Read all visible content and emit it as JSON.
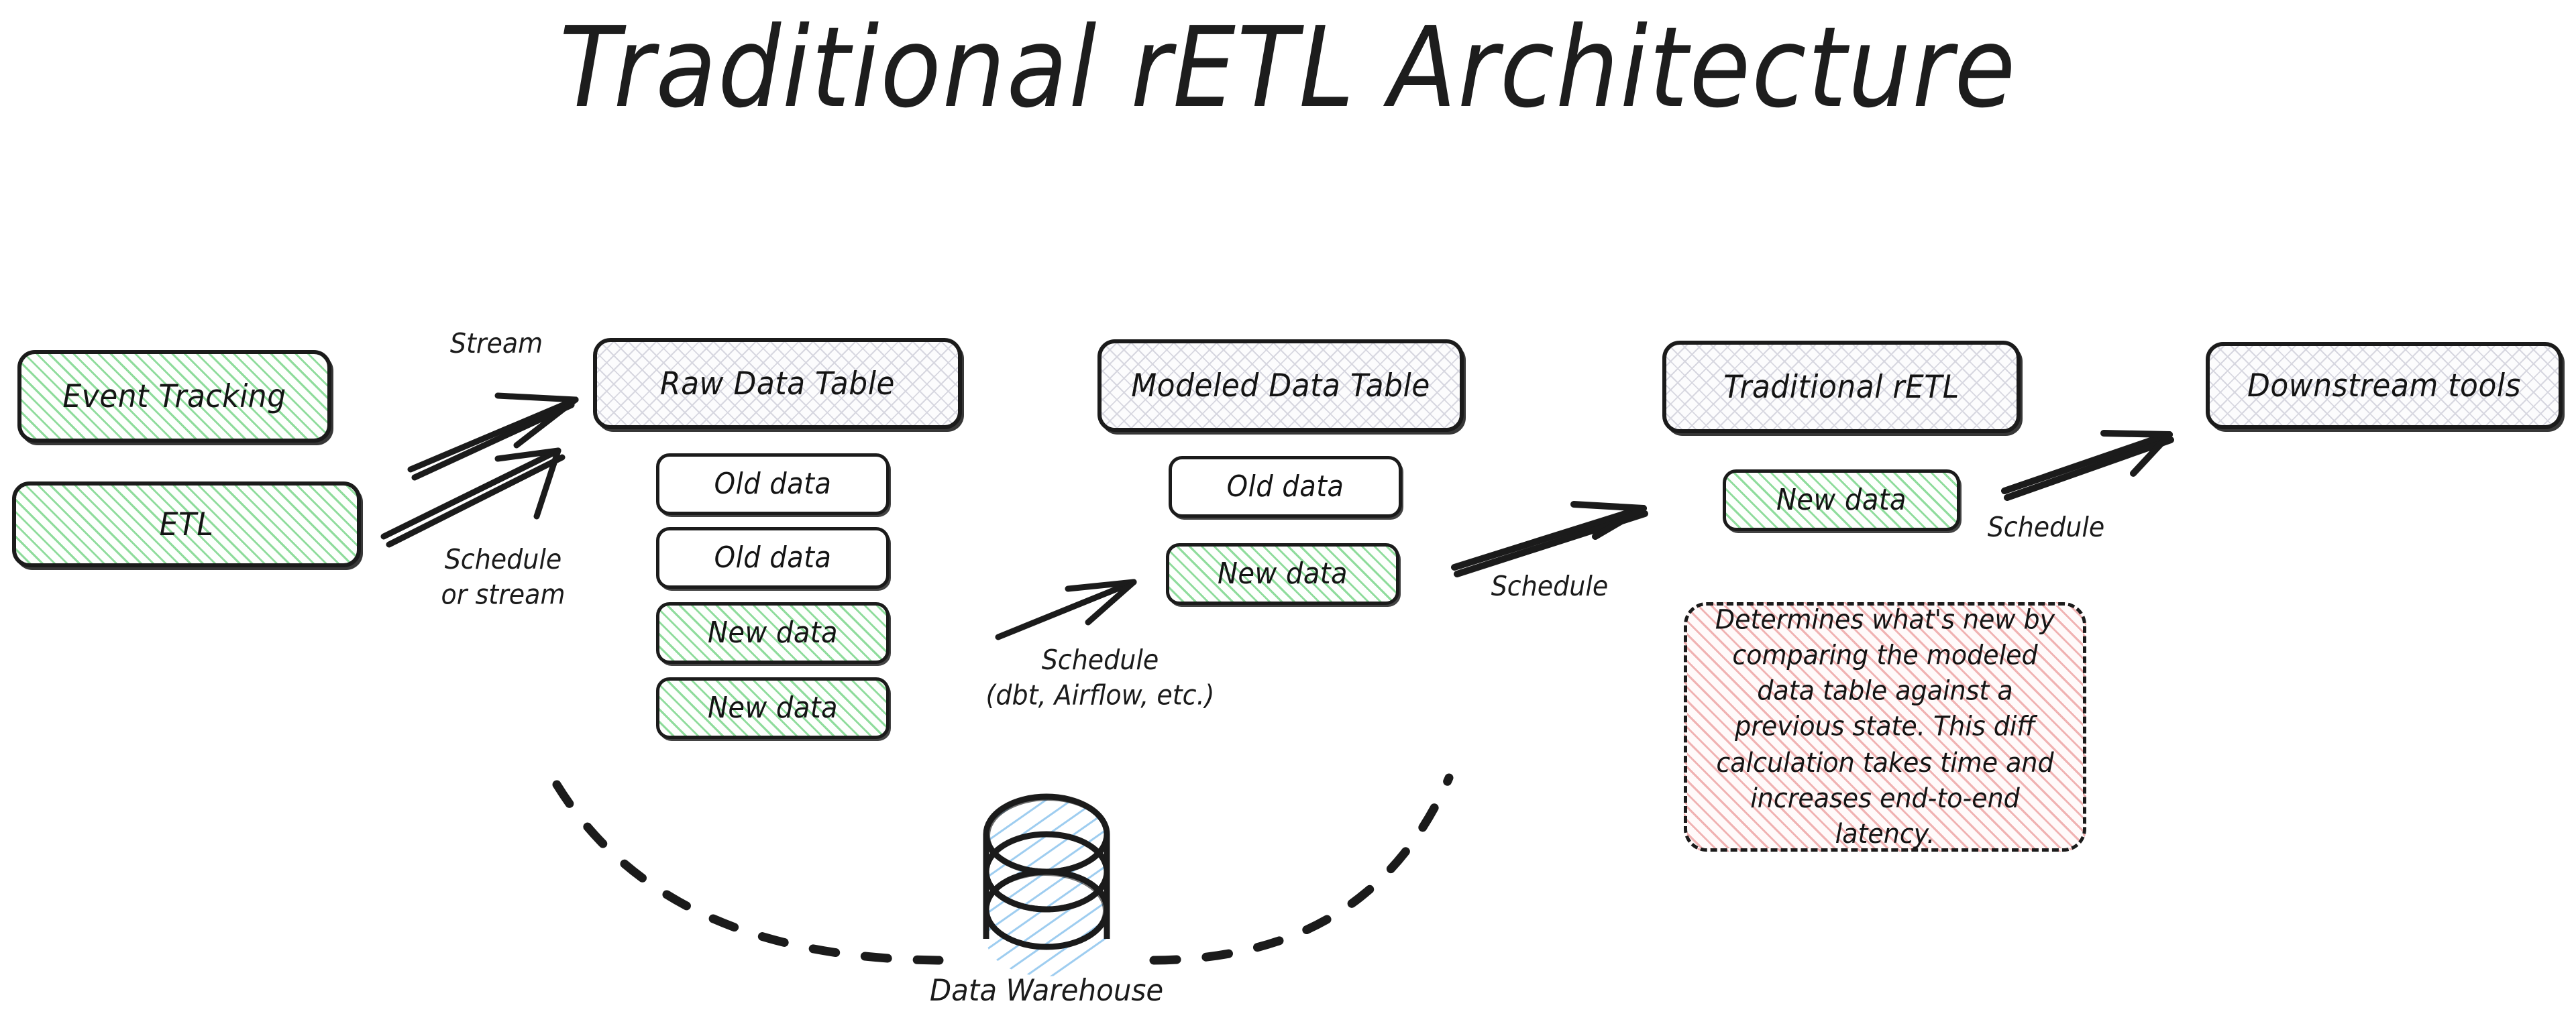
{
  "diagram": {
    "title": "Traditional rETL Architecture",
    "sources": [
      {
        "id": "event-tracking",
        "label": "Event Tracking",
        "fill": "green"
      },
      {
        "id": "etl",
        "label": "ETL",
        "fill": "green"
      }
    ],
    "columns": [
      {
        "id": "raw-data-table",
        "header": "Raw Data Table",
        "header_fill": "grid",
        "rows": [
          {
            "label": "Old data",
            "fill": "white"
          },
          {
            "label": "Old data",
            "fill": "white"
          },
          {
            "label": "New data",
            "fill": "green"
          },
          {
            "label": "New data",
            "fill": "green"
          }
        ]
      },
      {
        "id": "modeled-data-table",
        "header": "Modeled Data Table",
        "header_fill": "grid",
        "rows": [
          {
            "label": "Old data",
            "fill": "white"
          },
          {
            "label": "New data",
            "fill": "green"
          }
        ]
      },
      {
        "id": "traditional-retl",
        "header": "Traditional rETL",
        "header_fill": "grid",
        "rows": [
          {
            "label": "New data",
            "fill": "green"
          }
        ]
      },
      {
        "id": "downstream-tools",
        "header": "Downstream tools",
        "header_fill": "grid",
        "rows": []
      }
    ],
    "edges": [
      {
        "id": "stream",
        "label": "Stream"
      },
      {
        "id": "schedule-or-stream",
        "label": "Schedule\nor stream"
      },
      {
        "id": "schedule-dbt",
        "label": "Schedule\n(dbt, Airflow, etc.)"
      },
      {
        "id": "schedule-retl",
        "label": "Schedule"
      },
      {
        "id": "schedule-downstream",
        "label": "Schedule"
      }
    ],
    "note": {
      "id": "retl-latency-note",
      "text": "Determines what's new by comparing the modeled data table against a previous state. This diff calculation takes time and increases end-to-end latency.",
      "fill": "pink",
      "border": "dashed"
    },
    "warehouse": {
      "id": "data-warehouse",
      "label": "Data Warehouse",
      "shape": "cylinder",
      "fill": "blue-hatch"
    },
    "colors": {
      "stroke": "#1b1b1b",
      "green_hatch": "#8fdc9c",
      "grid_hatch": "#d7d7e0",
      "pink_hatch": "#f0b2b2",
      "blue_hatch": "#9ecdf0",
      "background": "#ffffff"
    }
  }
}
